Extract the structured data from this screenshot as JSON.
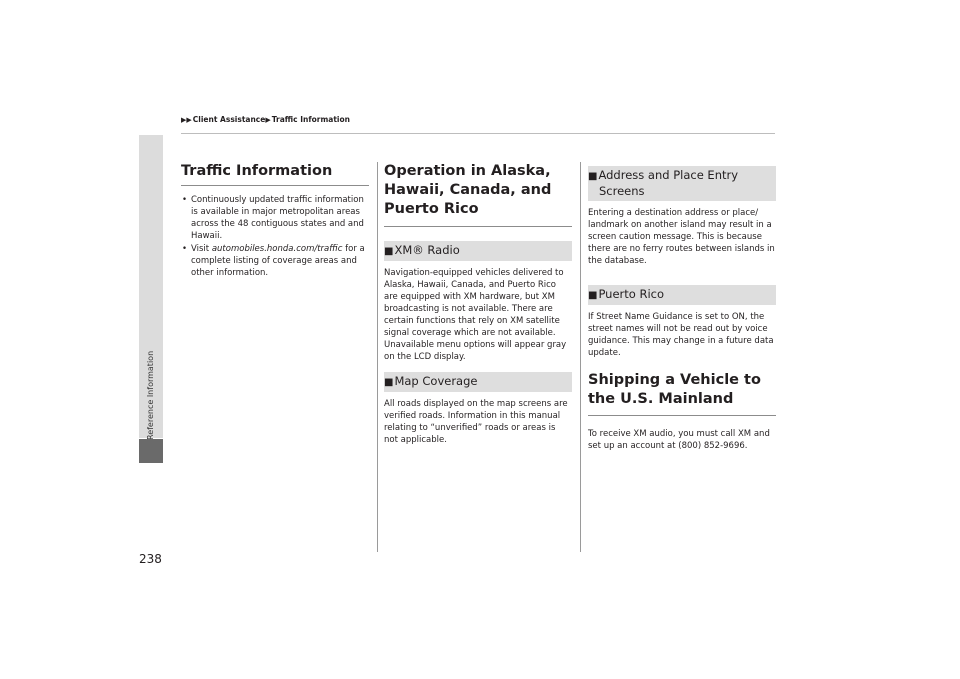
{
  "breadcrumb": {
    "items": [
      "Client Assistance",
      "Traffic Information"
    ],
    "separator": "▶▶"
  },
  "side_tab": {
    "label": "Reference Information"
  },
  "page_number": "238",
  "col1": {
    "title": "Traffic Information",
    "bullets": [
      {
        "text": "Continuously updated traffic information is available in major metropolitan areas across the 48 contiguous states and and Hawaii."
      },
      {
        "prefix": "Visit ",
        "link": "automobiles.honda.com/traffic",
        "suffix": " for a complete listing of coverage areas and other information."
      }
    ]
  },
  "col2": {
    "title": "Operation in Alaska, Hawaii, Canada, and Puerto Rico",
    "sections": [
      {
        "heading": "XM® Radio",
        "body": "Navigation-equipped vehicles delivered to Alaska, Hawaii, Canada, and Puerto Rico are equipped with XM hardware, but XM broadcasting is not available. There are certain functions that rely on XM satellite signal coverage which are not available. Unavailable menu options will appear gray on the LCD display."
      },
      {
        "heading": "Map Coverage",
        "body": "All roads displayed on the map screens are verified roads. Information in this manual relating to “unverified” roads or areas is not applicable."
      }
    ]
  },
  "col3": {
    "sections": [
      {
        "heading_line1": "Address and Place Entry",
        "heading_line2": "Screens",
        "body": "Entering a destination address or place/ landmark on another island may result in a screen caution message. This is because there are no ferry routes between islands in the database."
      },
      {
        "heading": "Puerto Rico",
        "body": "If Street Name Guidance is set to ON, the street names will not be read out by voice guidance. This may change in a future data update."
      }
    ],
    "title2": "Shipping a Vehicle to the U.S. Mainland",
    "body2": "To receive XM audio, you must call XM and set up an account at (800) 852-9696."
  },
  "glyphs": {
    "square": "■",
    "bullet": "•",
    "triangle": "▶"
  },
  "colors": {
    "subhead_bg": "#dedede",
    "side_tab": "#dcdcdc",
    "side_marker": "#6a6a6a",
    "text": "#231f20"
  }
}
